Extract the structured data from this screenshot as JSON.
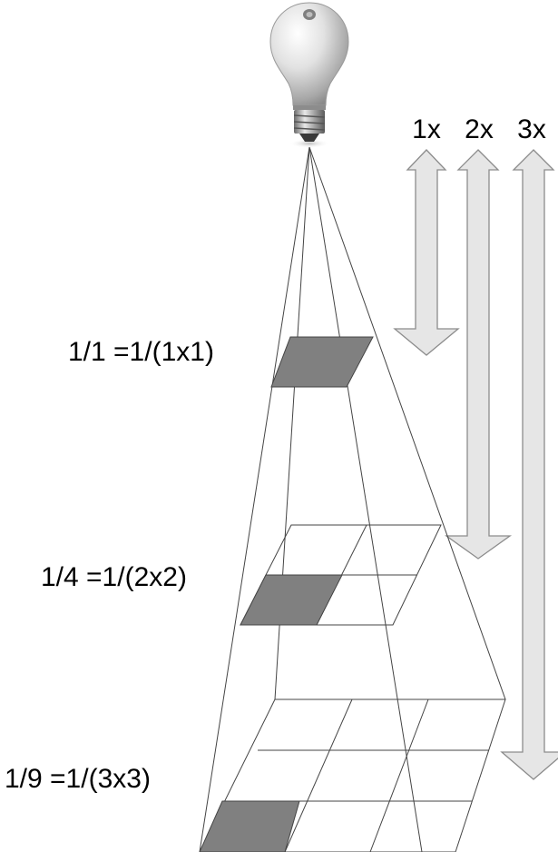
{
  "bulb": {
    "icon": "light-bulb-icon"
  },
  "distance_labels": [
    "1x",
    "2x",
    "3x"
  ],
  "planes": [
    {
      "label": "1/1 =1/(1x1)",
      "grid_size": 1
    },
    {
      "label": "1/4 =1/(2x2)",
      "grid_size": 2
    },
    {
      "label": "1/9 =1/(3x3)",
      "grid_size": 3
    }
  ],
  "colors": {
    "lit_cell": "#808080",
    "arrow_fill": "#e6e6e6",
    "arrow_stroke": "#8c8c8c",
    "lines": "#444444"
  }
}
